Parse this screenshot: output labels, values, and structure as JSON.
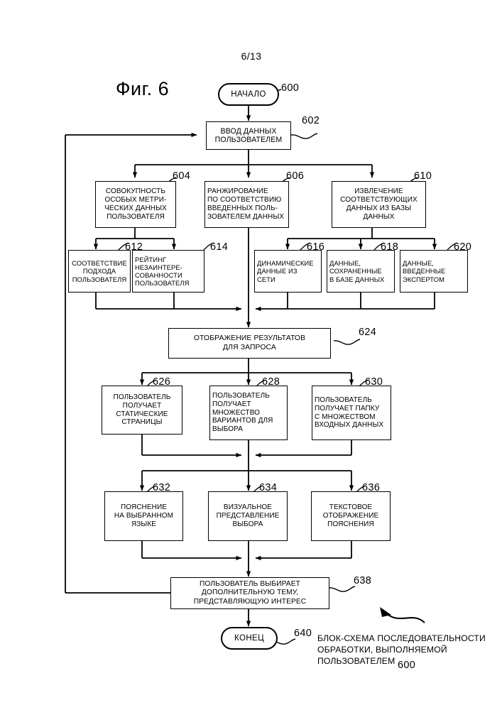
{
  "page": {
    "number": "6/13",
    "figure_label": "Фиг. 6"
  },
  "caption": {
    "text": "БЛОК-СХЕМА ПОСЛЕДОВАТЕЛЬНОСТИ\nОБРАБОТКИ, ВЫПОЛНЯЕМОЙ\nПОЛЬЗОВАТЕЛЕМ",
    "ref": "600"
  },
  "nodes": [
    {
      "id": "start",
      "label": "НАЧАЛО",
      "ref": "600"
    },
    {
      "id": "n602",
      "label": "ВВОД ДАННЫХ\nПОЛЬЗОВАТЕЛЕМ",
      "ref": "602"
    },
    {
      "id": "n604",
      "label": "СОВОКУПНОСТЬ\nОСОБЫХ МЕТРИ-\nЧЕСКИХ ДАННЫХ\nПОЛЬЗОВАТЕЛЯ",
      "ref": "604"
    },
    {
      "id": "n606",
      "label": "РАНЖИРОВАНИЕ\nПО СООТВЕТСТВИЮ\nВВЕДЕННЫХ ПОЛЬ-\nЗОВАТЕЛЕМ ДАННЫХ",
      "ref": "606"
    },
    {
      "id": "n610",
      "label": "ИЗВЛЕЧЕНИЕ\nСООТВЕТСТВУЮЩИХ\nДАННЫХ ИЗ БАЗЫ\nДАННЫХ",
      "ref": "610"
    },
    {
      "id": "n612",
      "label": "СООТВЕТСТВИЕ\nПОДХОДА\nПОЛЬЗОВАТЕЛЯ",
      "ref": "612"
    },
    {
      "id": "n614",
      "label": "РЕЙТИНГ\nНЕЗАИНТЕРЕ-\nСОВАННОСТИ\nПОЛЬЗОВАТЕЛЯ",
      "ref": "614"
    },
    {
      "id": "n616",
      "label": "ДИНАМИЧЕСКИЕ\nДАННЫЕ ИЗ\nСЕТИ",
      "ref": "616"
    },
    {
      "id": "n618",
      "label": "ДАННЫЕ,\nСОХРАНЕННЫЕ\nВ БАЗЕ ДАННЫХ",
      "ref": "618"
    },
    {
      "id": "n620",
      "label": "ДАННЫЕ,\nВВЕДЕННЫЕ\nЭКСПЕРТОМ",
      "ref": "620"
    },
    {
      "id": "n624",
      "label": "ОТОБРАЖЕНИЕ РЕЗУЛЬТАТОВ\nДЛЯ ЗАПРОСА",
      "ref": "624"
    },
    {
      "id": "n626",
      "label": "ПОЛЬЗОВАТЕЛЬ\nПОЛУЧАЕТ\nСТАТИЧЕСКИЕ\nСТРАНИЦЫ",
      "ref": "626"
    },
    {
      "id": "n628",
      "label": "ПОЛЬЗОВАТЕЛЬ\nПОЛУЧАЕТ\nМНОЖЕСТВО\nВАРИАНТОВ ДЛЯ\nВЫБОРА",
      "ref": "628"
    },
    {
      "id": "n630",
      "label": "ПОЛЬЗОВАТЕЛЬ\nПОЛУЧАЕТ ПАПКУ\nС МНОЖЕСТВОМ\nВХОДНЫХ ДАННЫХ",
      "ref": "630"
    },
    {
      "id": "n632",
      "label": "ПОЯСНЕНИЕ\nНА ВЫБРАННОМ\nЯЗЫКЕ",
      "ref": "632"
    },
    {
      "id": "n634",
      "label": "ВИЗУАЛЬНОЕ\nПРЕДСТАВЛЕНИЕ\nВЫБОРА",
      "ref": "634"
    },
    {
      "id": "n636",
      "label": "ТЕКСТОВОЕ\nОТОБРАЖЕНИЕ\nПОЯСНЕНИЯ",
      "ref": "636"
    },
    {
      "id": "n638",
      "label": "ПОЛЬЗОВАТЕЛЬ ВЫБИРАЕТ\nДОПОЛНИТЕЛЬНУЮ ТЕМУ,\nПРЕДСТАВЛЯЮЩУЮ ИНТЕРЕС",
      "ref": "638"
    },
    {
      "id": "end",
      "label": "КОНЕЦ",
      "ref": "640"
    }
  ],
  "colors": {
    "ink": "#000000",
    "paper": "#ffffff"
  }
}
